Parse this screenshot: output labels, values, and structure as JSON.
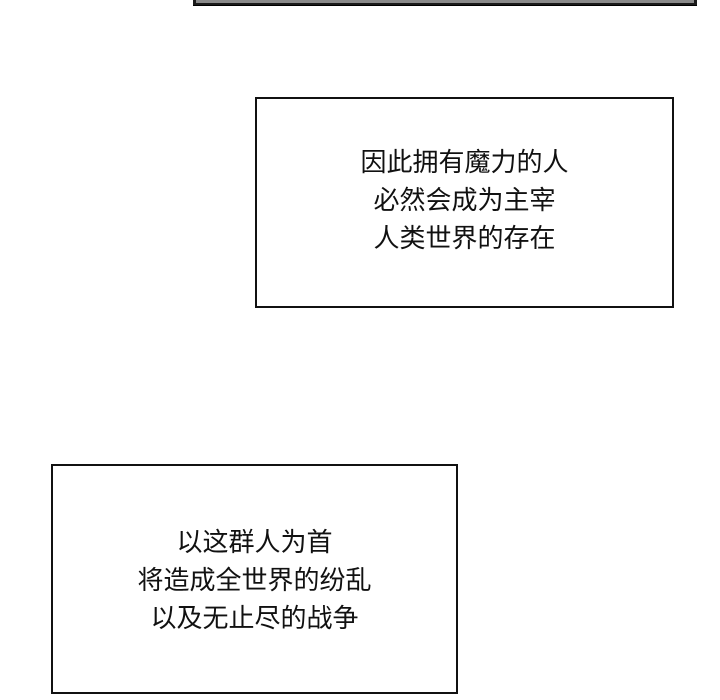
{
  "panels": {
    "top_panel": {
      "description": "bottom edge of previous comic panel"
    },
    "caption_1": {
      "lines": [
        "因此拥有魔力的人",
        "必然会成为主宰",
        "人类世界的存在"
      ]
    },
    "caption_2": {
      "lines": [
        "以这群人为首",
        "将造成全世界的纷乱",
        "以及无止尽的战争"
      ]
    }
  }
}
